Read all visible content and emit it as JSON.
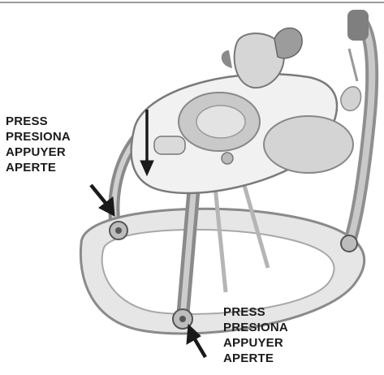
{
  "instructions": {
    "left": [
      "PRESS",
      "PRESIONA",
      "APPUYER",
      "APERTE"
    ],
    "bottom": [
      "PRESS",
      "PRESIONA",
      "APPUYER",
      "APERTE"
    ]
  },
  "colors": {
    "ink": "#1a1a1a",
    "frame": "#9e9e9e",
    "frame_light": "#cfcfcf",
    "seat": "#d9d9d9",
    "fabric": "#c8c8c8",
    "top_rule": "#9a9a9a"
  }
}
